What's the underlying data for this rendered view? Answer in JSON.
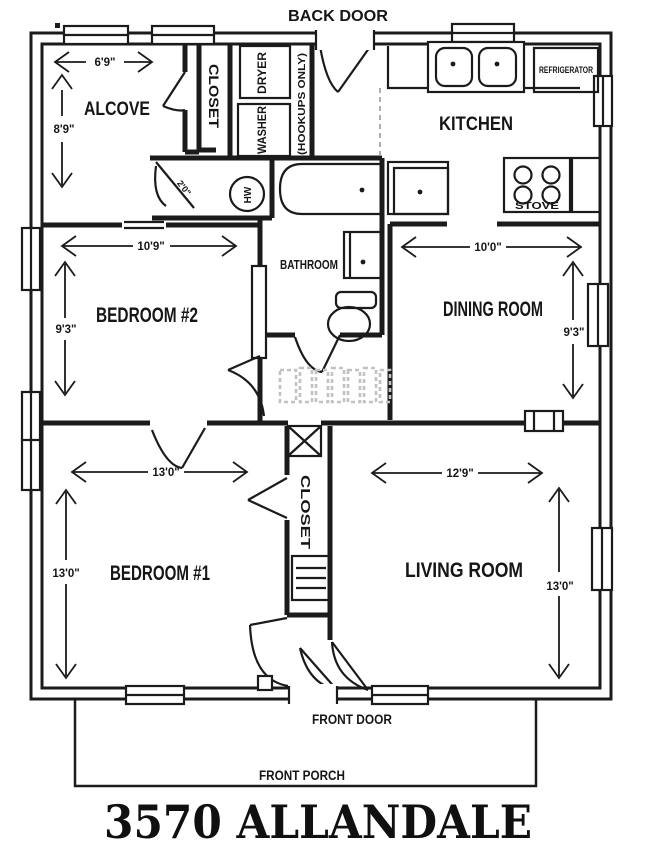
{
  "title": "3570 ALLANDALE",
  "doors": {
    "back": "BACK DOOR",
    "front": "FRONT DOOR",
    "porch": "FRONT PORCH"
  },
  "rooms": {
    "alcove": {
      "name": "ALCOVE",
      "w": "6'9\"",
      "h": "8'9\""
    },
    "bedroom2": {
      "name": "BEDROOM #2",
      "w": "10'9\"",
      "h": "9'3\""
    },
    "dining": {
      "name": "DINING ROOM",
      "w": "10'0\"",
      "h": "9'3\""
    },
    "bedroom1": {
      "name": "BEDROOM #1",
      "w": "13'0\"",
      "h": "13'0\""
    },
    "living": {
      "name": "LIVING ROOM",
      "w": "12'9\"",
      "h": "13'0\""
    },
    "kitchen": {
      "name": "KITCHEN"
    },
    "bathroom": {
      "name": "BATHROOM"
    },
    "closet_upper": {
      "name": "CLOSET"
    },
    "closet_lower": {
      "name": "CLOSET"
    }
  },
  "appliances": {
    "dryer": "DRYER",
    "washer": "WASHER",
    "hookups": "(HOOKUPS ONLY)",
    "refrigerator": "REFRIGERATOR",
    "stove": "STOVE",
    "water_heater": "HW"
  },
  "annotations": {
    "door_width": "2'0\""
  },
  "colors": {
    "ink": "#1b1b1b",
    "paper": "#ffffff",
    "faded": "#c2c2c2"
  }
}
